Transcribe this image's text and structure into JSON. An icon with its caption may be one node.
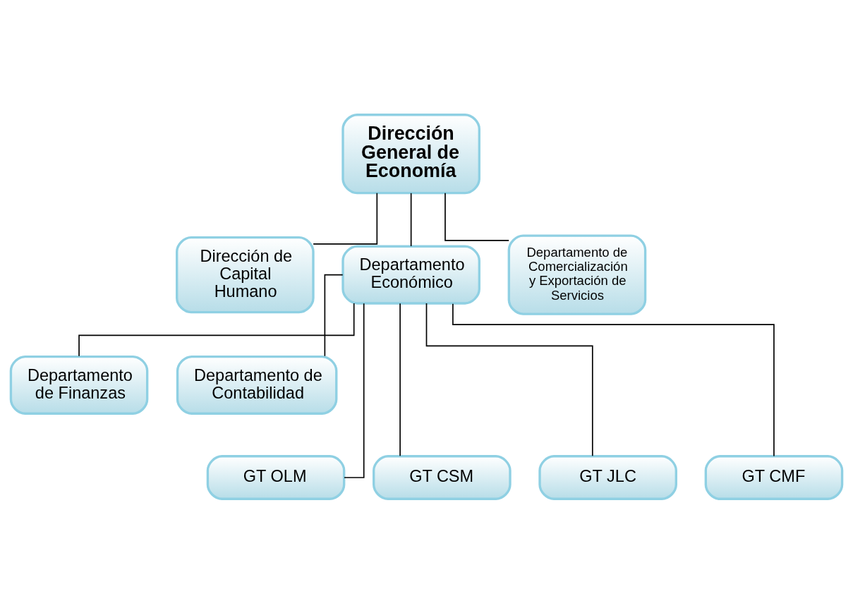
{
  "diagram": {
    "nodes": [
      {
        "text": [
          "Dirección General de Economía"
        ]
      },
      {
        "text": [
          "Dirección de Capital Humano"
        ]
      },
      {
        "text": [
          "Departamento Económico"
        ]
      },
      {
        "text": [
          "Departamento de Comercialización y Exportación de Servicios"
        ]
      },
      {
        "text": [
          "Departamento de Finanzas"
        ]
      },
      {
        "text": [
          "Departamento de Contabilidad"
        ]
      },
      {
        "text": [
          "GT OLM"
        ]
      },
      {
        "text": [
          "GT CSM"
        ]
      },
      {
        "text": [
          "GT JLC"
        ]
      },
      {
        "text": [
          "GT CMF"
        ]
      }
    ],
    "edges": [
      {
        "from": 0,
        "to": 1,
        "arrow": "none"
      },
      {
        "from": 0,
        "to": 2,
        "arrow": "none"
      },
      {
        "from": 0,
        "to": 3,
        "arrow": "none"
      },
      {
        "from": 2,
        "to": 4,
        "arrow": "none"
      },
      {
        "from": 2,
        "to": 5,
        "arrow": "none"
      },
      {
        "from": 2,
        "to": 6,
        "arrow": "none"
      },
      {
        "from": 2,
        "to": 7,
        "arrow": "none"
      },
      {
        "from": 2,
        "to": 8,
        "arrow": "none"
      },
      {
        "from": 2,
        "to": 9,
        "arrow": "none"
      }
    ]
  }
}
